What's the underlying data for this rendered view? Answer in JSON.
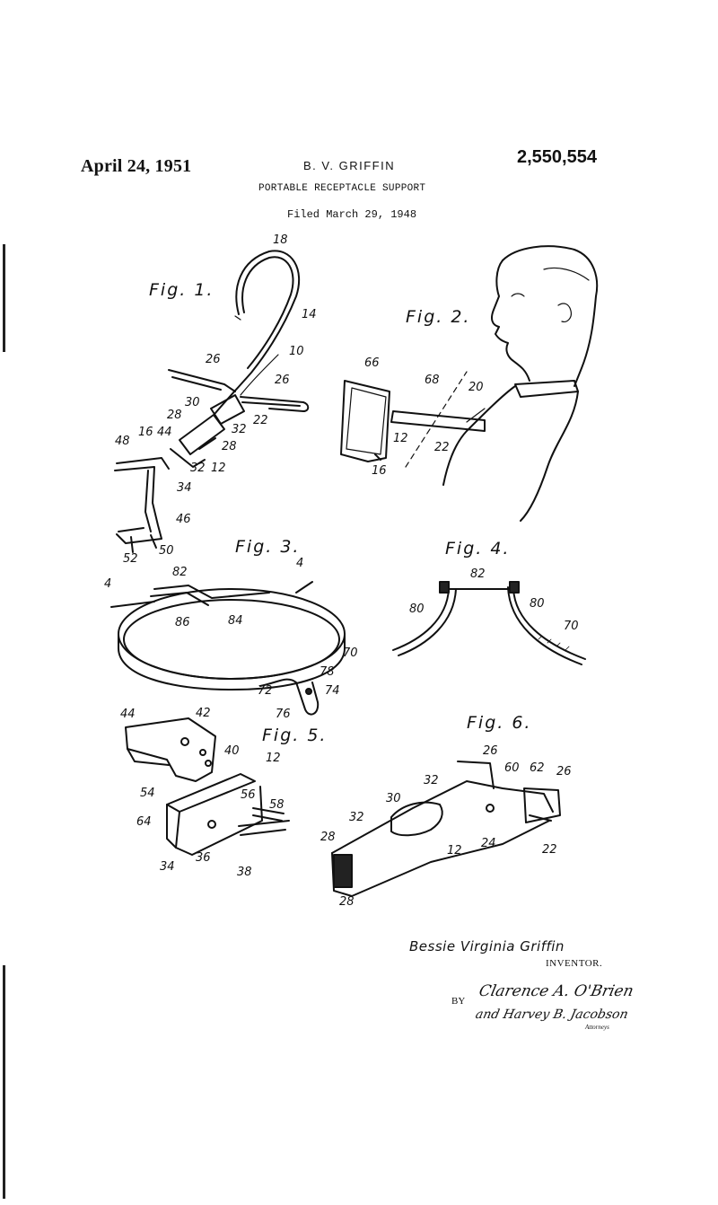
{
  "header": {
    "date": "April 24, 1951",
    "inventor_surname": "B. V. GRIFFIN",
    "patent_number": "2,550,554",
    "title": "PORTABLE RECEPTACLE SUPPORT",
    "filed": "Filed March 29, 1948"
  },
  "figures": {
    "fig1": {
      "label": "Fig. 1.",
      "refs": [
        "18",
        "14",
        "10",
        "26",
        "26",
        "30",
        "32",
        "22",
        "28",
        "28",
        "16",
        "44",
        "48",
        "32",
        "12",
        "34",
        "46",
        "50",
        "52"
      ]
    },
    "fig2": {
      "label": "Fig. 2.",
      "refs": [
        "66",
        "68",
        "20",
        "12",
        "22",
        "16"
      ]
    },
    "fig3": {
      "label": "Fig. 3.",
      "refs": [
        "4",
        "82",
        "4",
        "86",
        "84",
        "70",
        "78",
        "72",
        "74",
        "76"
      ]
    },
    "fig4": {
      "label": "Fig. 4.",
      "refs": [
        "82",
        "80",
        "80",
        "70"
      ]
    },
    "fig5": {
      "label": "Fig. 5.",
      "refs": [
        "44",
        "42",
        "40",
        "12",
        "54",
        "56",
        "58",
        "64",
        "34",
        "36",
        "38"
      ]
    },
    "fig6": {
      "label": "Fig. 6.",
      "refs": [
        "26",
        "32",
        "60",
        "62",
        "26",
        "30",
        "32",
        "28",
        "12",
        "24",
        "22",
        "28"
      ]
    }
  },
  "signature": {
    "inventor_name": "Bessie Virginia Griffin",
    "inventor_role": "INVENTOR.",
    "by": "BY",
    "attorney_line1": "Clarence A. O'Brien",
    "attorney_line2": "and Harvey B. Jacobson",
    "attorney_role": "Attorneys"
  }
}
